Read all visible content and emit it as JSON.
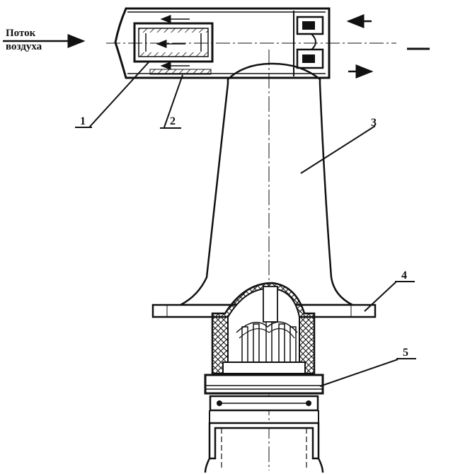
{
  "airflow_label_line1": "Поток",
  "airflow_label_line2": "воздуха",
  "callouts": [
    "1",
    "2",
    "3",
    "4",
    "5"
  ],
  "colors": {
    "ink": "#111111",
    "paper": "#ffffff"
  }
}
